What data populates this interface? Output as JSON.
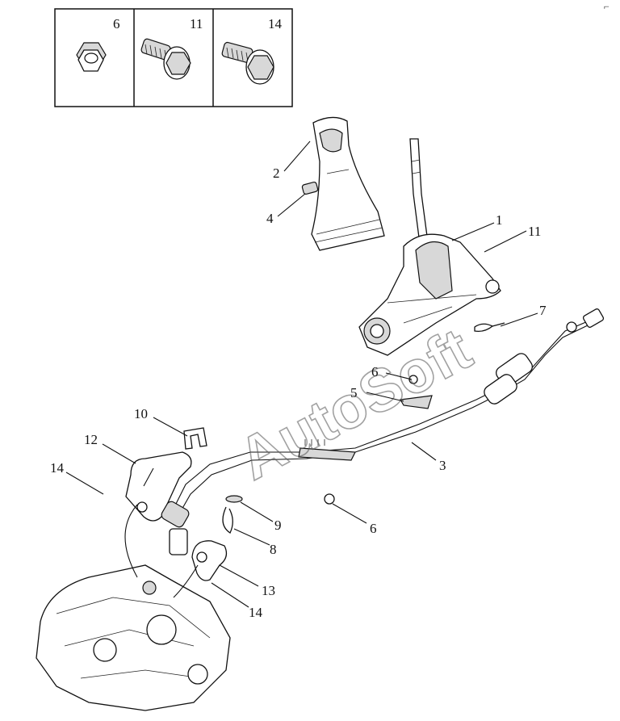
{
  "watermark": "AutoSoft",
  "corner_mark": "⌐",
  "fastener_box": {
    "cells": [
      {
        "num": "6",
        "icon": "hex-nut-icon"
      },
      {
        "num": "11",
        "icon": "flange-bolt-icon"
      },
      {
        "num": "14",
        "icon": "flange-bolt-icon"
      }
    ]
  },
  "callouts": {
    "c1": "1",
    "c2": "2",
    "c3": "3",
    "c4": "4",
    "c5": "5",
    "c6a": "6",
    "c6b": "6",
    "c7": "7",
    "c8": "8",
    "c9": "9",
    "c10": "10",
    "c11": "11",
    "c12": "12",
    "c13": "13",
    "c14a": "14",
    "c14b": "14"
  }
}
